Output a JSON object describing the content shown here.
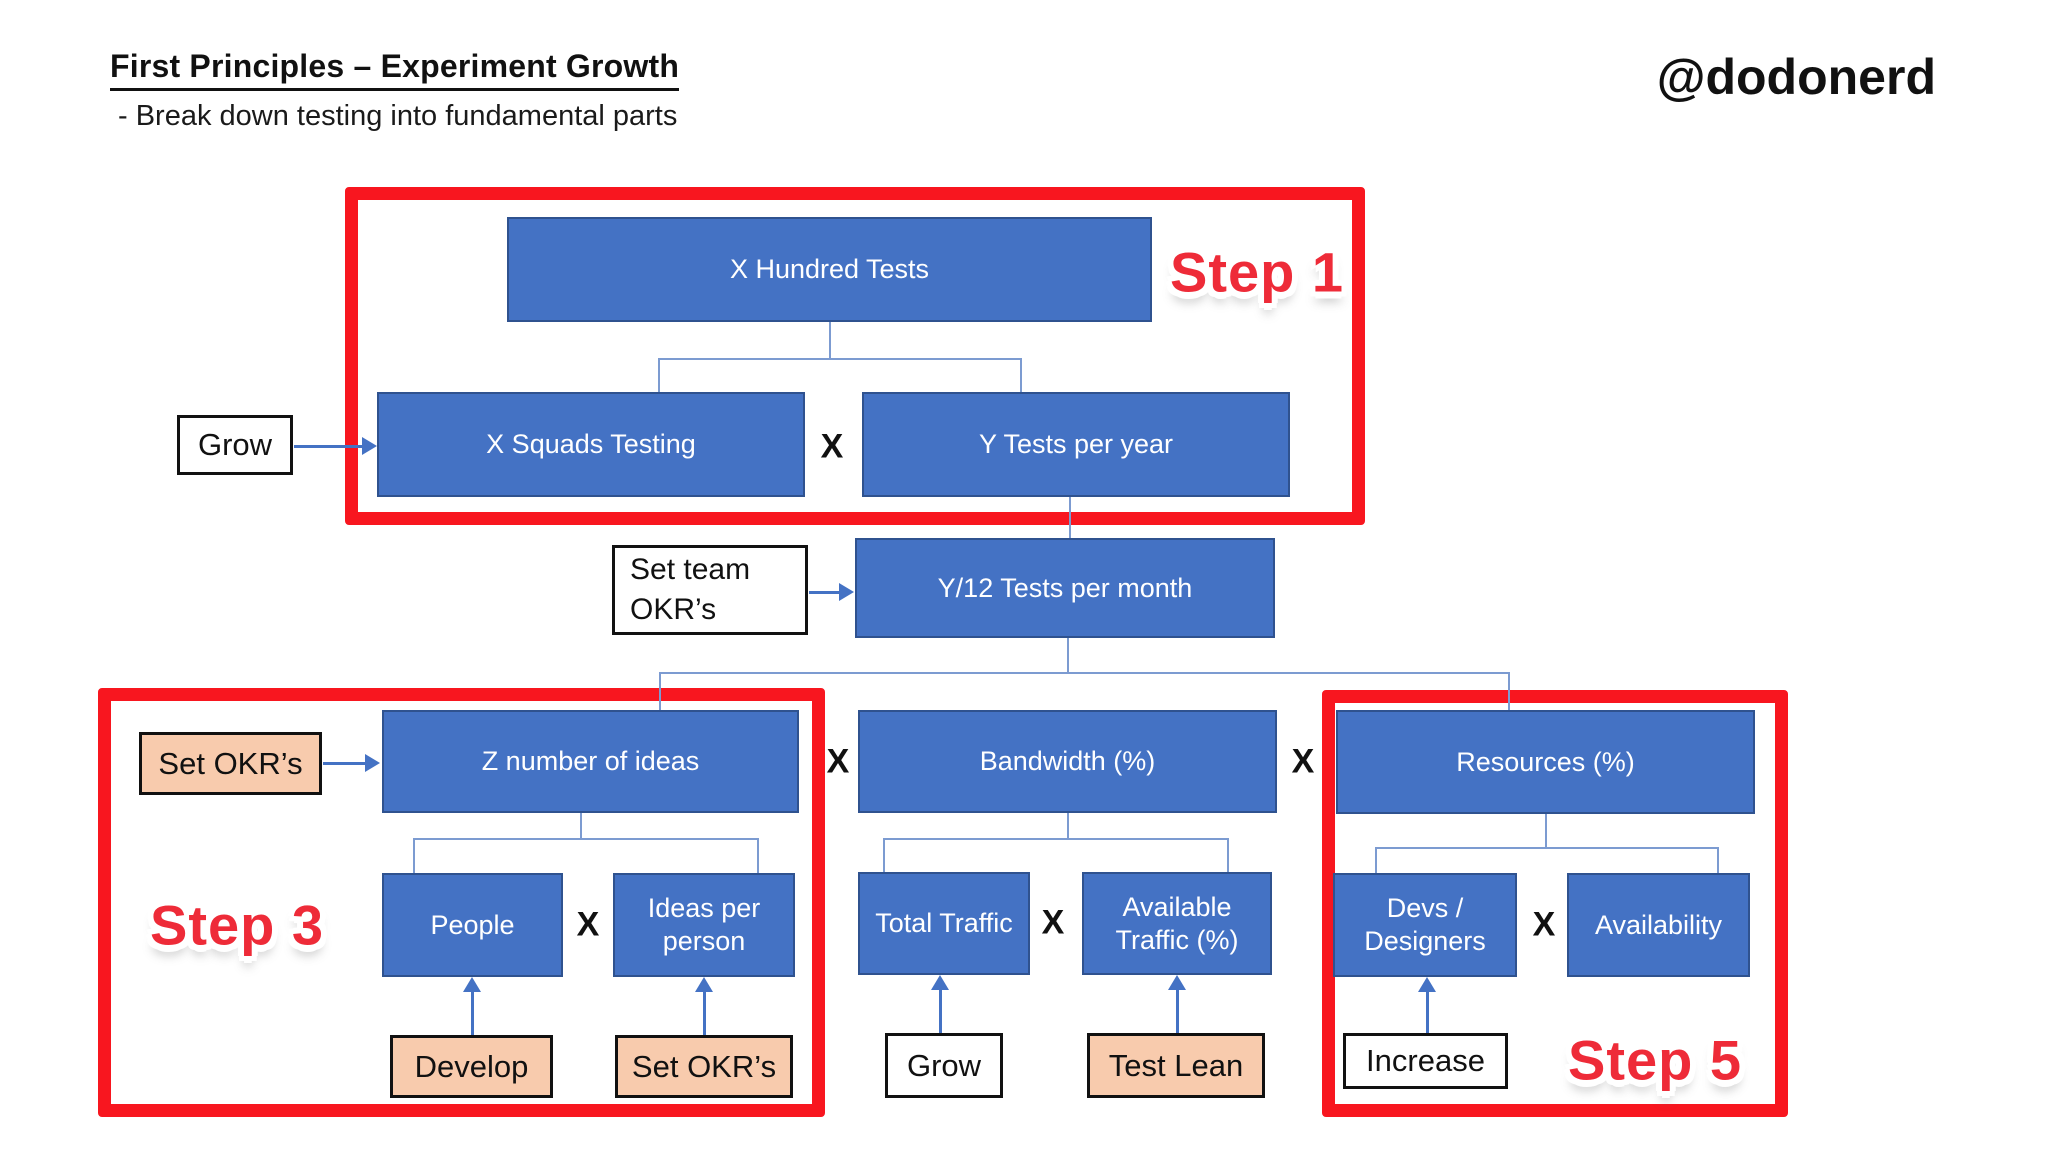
{
  "header": {
    "title": "First Principles – Experiment Growth",
    "subtitle": "- Break down testing into fundamental parts",
    "handle": "@dodonerd"
  },
  "colors": {
    "box_blue": "#4472C4",
    "box_blue_border": "#2F528F",
    "peach": "#F8CBAD",
    "red": "#F8161F",
    "step_red": "#EE2B38",
    "connector": "#7C9BD1",
    "arrow": "#4472C4"
  },
  "multiply": "X",
  "step_labels": {
    "step1": "Step 1",
    "step3": "Step 3",
    "step5": "Step 5"
  },
  "nodes": {
    "x_hundred_tests": "X Hundred Tests",
    "x_squads_testing": "X Squads Testing",
    "y_tests_per_year": "Y Tests per year",
    "y12_tests_per_month": "Y/12 Tests per month",
    "z_number_of_ideas": "Z number of ideas",
    "bandwidth_pct": "Bandwidth (%)",
    "resources_pct": "Resources (%)",
    "people": "People",
    "ideas_per_person": "Ideas per person",
    "total_traffic": "Total Traffic",
    "available_traffic_pct": "Available Traffic (%)",
    "devs_designers": "Devs / Designers",
    "availability": "Availability"
  },
  "actions": {
    "grow_squads": "Grow",
    "set_team_okrs": "Set team OKR’s",
    "set_okrs_ideas": "Set OKR’s",
    "develop": "Develop",
    "set_okrs_person": "Set OKR’s",
    "grow_traffic": "Grow",
    "test_lean": "Test Lean",
    "increase": "Increase"
  }
}
